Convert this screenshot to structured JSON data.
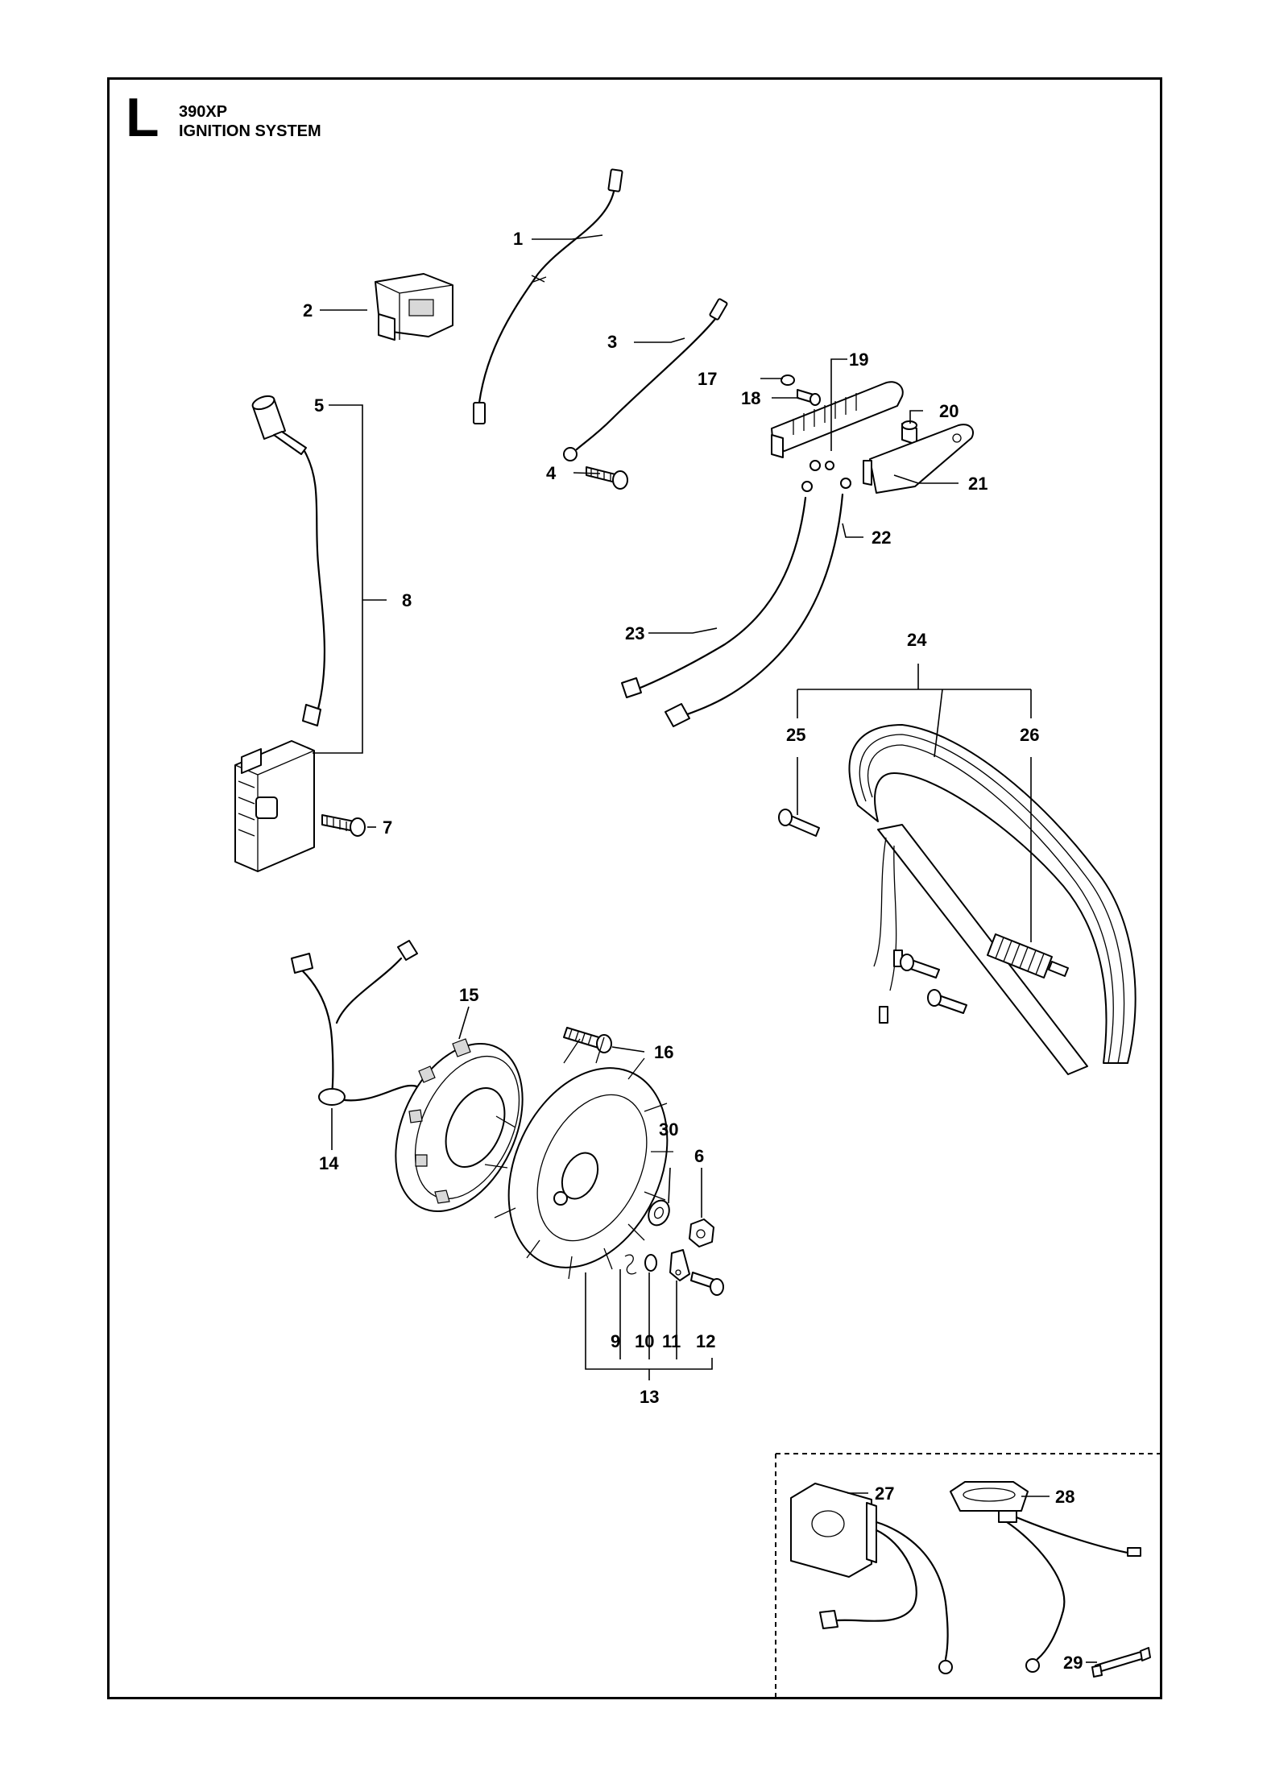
{
  "section": {
    "letter": "L",
    "model": "390XP",
    "title": "IGNITION SYSTEM"
  },
  "callouts": [
    "1",
    "2",
    "3",
    "4",
    "5",
    "6",
    "7",
    "8",
    "9",
    "10",
    "11",
    "12",
    "13",
    "14",
    "15",
    "16",
    "17",
    "18",
    "19",
    "20",
    "21",
    "22",
    "23",
    "24",
    "25",
    "26",
    "27",
    "28",
    "29",
    "30"
  ]
}
